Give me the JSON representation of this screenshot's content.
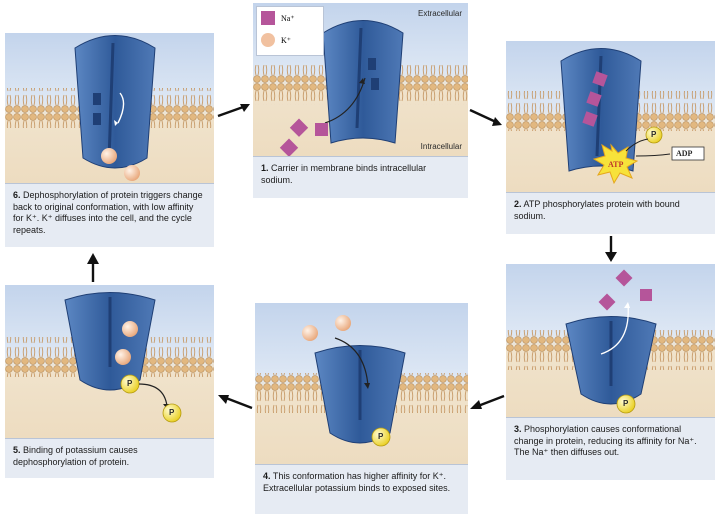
{
  "legend": {
    "na_label": "Na⁺",
    "k_label": "K⁺",
    "na_color": "#b5559a",
    "k_color": "#f1c1a0"
  },
  "labels": {
    "extracellular": "Extracellular",
    "intracellular": "Intracellular",
    "p": "P",
    "atp": "ATP",
    "adp": "ADP"
  },
  "steps": [
    {
      "num": "1.",
      "text": "Carrier in membrane binds intracellular sodium."
    },
    {
      "num": "2.",
      "text": "ATP phosphorylates protein with bound sodium."
    },
    {
      "num": "3.",
      "text": "Phosphorylation causes conformational change in protein, reducing its affinity for Na⁺. The Na⁺ then diffuses out."
    },
    {
      "num": "4.",
      "text": "This conformation has higher affinity for K⁺. Extracellular potassium binds to exposed sites."
    },
    {
      "num": "5.",
      "text": "Binding of potassium causes dephosphorylation of protein."
    },
    {
      "num": "6.",
      "text": "Dephosphorylation of protein triggers change back to original conformation, with low affinity for K⁺. K⁺ diffuses into the cell, and the cycle repeats."
    }
  ],
  "colors": {
    "protein": "#3c68a8",
    "protein_dark": "#1f3f75",
    "membrane": "#d9b98c",
    "phosphate": "#f5e23a"
  }
}
